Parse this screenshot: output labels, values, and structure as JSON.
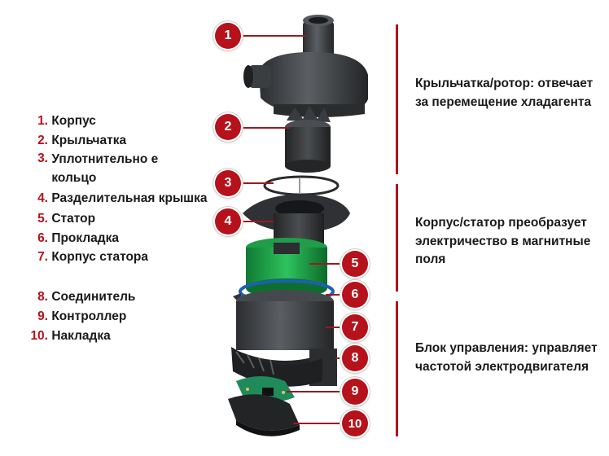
{
  "legend": [
    {
      "num": "1.",
      "text": "Корпус"
    },
    {
      "num": "2.",
      "text": "Крыльчатка"
    },
    {
      "num": "3.",
      "text": "Уплотнительно е кольцо"
    },
    {
      "num": "4.",
      "text": "Разделительная крышка"
    },
    {
      "num": "5.",
      "text": "Статор"
    },
    {
      "num": "6.",
      "text": "Прокладка"
    },
    {
      "num": "7.",
      "text": "Корпус статора"
    },
    {
      "num": "8.",
      "text": "Соединитель"
    },
    {
      "num": "9.",
      "text": "Контроллер"
    },
    {
      "num": "10.",
      "text": "Накладка"
    }
  ],
  "descriptions": [
    {
      "text": "Крыльчатка/ротор: отвечает за перемещение хладагента"
    },
    {
      "text": "Корпус/статор преобразует электричество в магнитные поля"
    },
    {
      "text": "Блок управления: управляет частотой электродвигателя"
    }
  ],
  "badges": [
    "1",
    "2",
    "3",
    "4",
    "5",
    "6",
    "7",
    "8",
    "9",
    "10"
  ],
  "colors": {
    "accent": "#b5121b",
    "stator_green": "#1fa34a",
    "gasket_blue": "#1d5fb0",
    "housing": "#3a3d40"
  }
}
